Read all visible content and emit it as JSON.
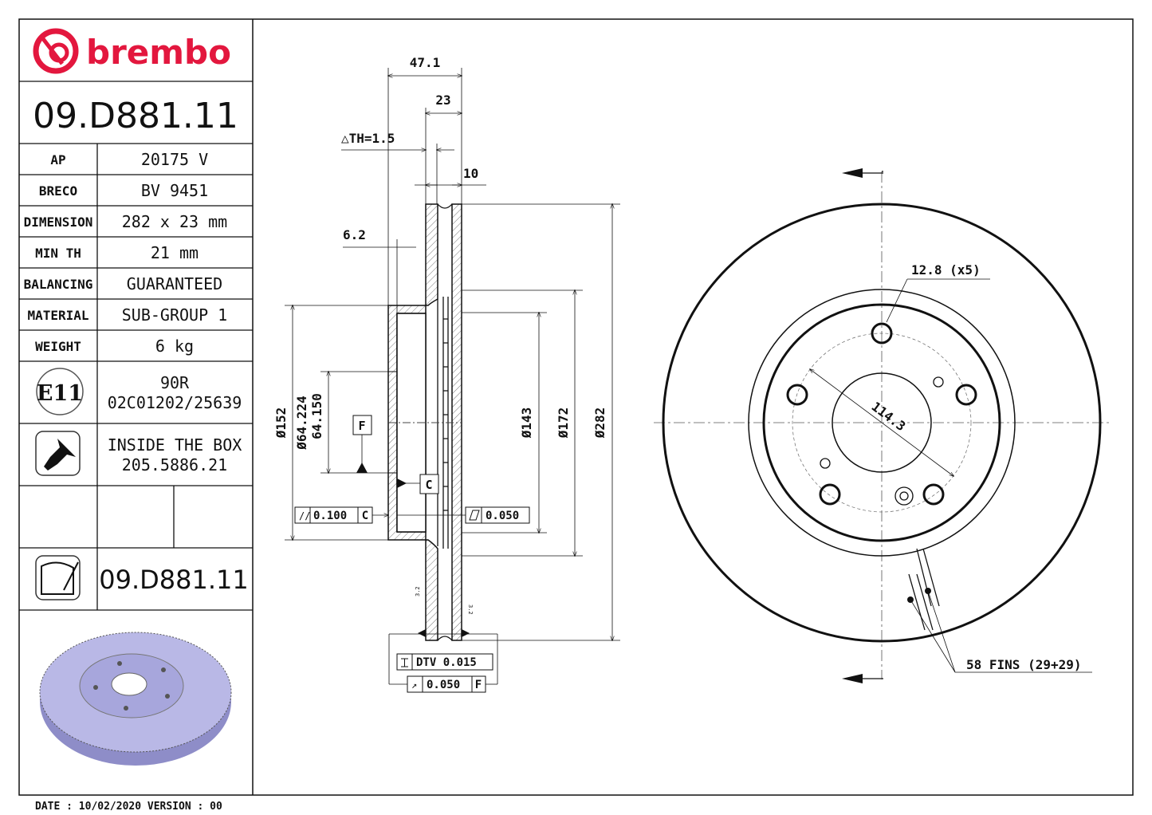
{
  "brand": {
    "name": "brembo",
    "color": "#e3173e"
  },
  "part_number": "09.D881.11",
  "specs": [
    {
      "label": "AP",
      "value": "20175 V"
    },
    {
      "label": "BRECO",
      "value": "BV 9451"
    },
    {
      "label": "DIMENSION",
      "value": "282 x 23 mm"
    },
    {
      "label": "MIN TH",
      "value": "21 mm"
    },
    {
      "label": "BALANCING",
      "value": "GUARANTEED"
    },
    {
      "label": "MATERIAL",
      "value": "SUB-GROUP 1"
    },
    {
      "label": "WEIGHT",
      "value": "6 kg"
    }
  ],
  "approval": {
    "mark": "E11",
    "line1": "90R",
    "line2": "02C01202/25639",
    "icon": "e11-approval-icon"
  },
  "accessory": {
    "line1": "INSIDE THE BOX",
    "line2": "205.5886.21",
    "icon": "screw-icon"
  },
  "bottom_part_number": "09.D881.11",
  "footer": "DATE : 10/02/2020 VERSION : 00",
  "section_view": {
    "dim_overall_height": "47.1",
    "dim_thickness": "23",
    "dim_delta_th": "△TH=1.5",
    "dim_vane": "10",
    "dim_hat": "6.2",
    "dia_152": "Ø152",
    "dia_bore_max": "Ø64.224",
    "dia_bore_min": "64.150",
    "dia_143": "Ø143",
    "dia_172": "Ø172",
    "dia_282": "Ø282",
    "datum_f": "F",
    "datum_c": "C",
    "tol_parallel": "0.100",
    "tol_parallel_ref": "C",
    "tol_flatness": "0.050",
    "tol_dtv": "DTV 0.015",
    "tol_runout": "0.050",
    "tol_runout_ref": "F",
    "roughness": "3.2"
  },
  "front_view": {
    "bolt_hole": "12.8 (x5)",
    "pcd": "114.3",
    "fins": "58 FINS (29+29)"
  }
}
